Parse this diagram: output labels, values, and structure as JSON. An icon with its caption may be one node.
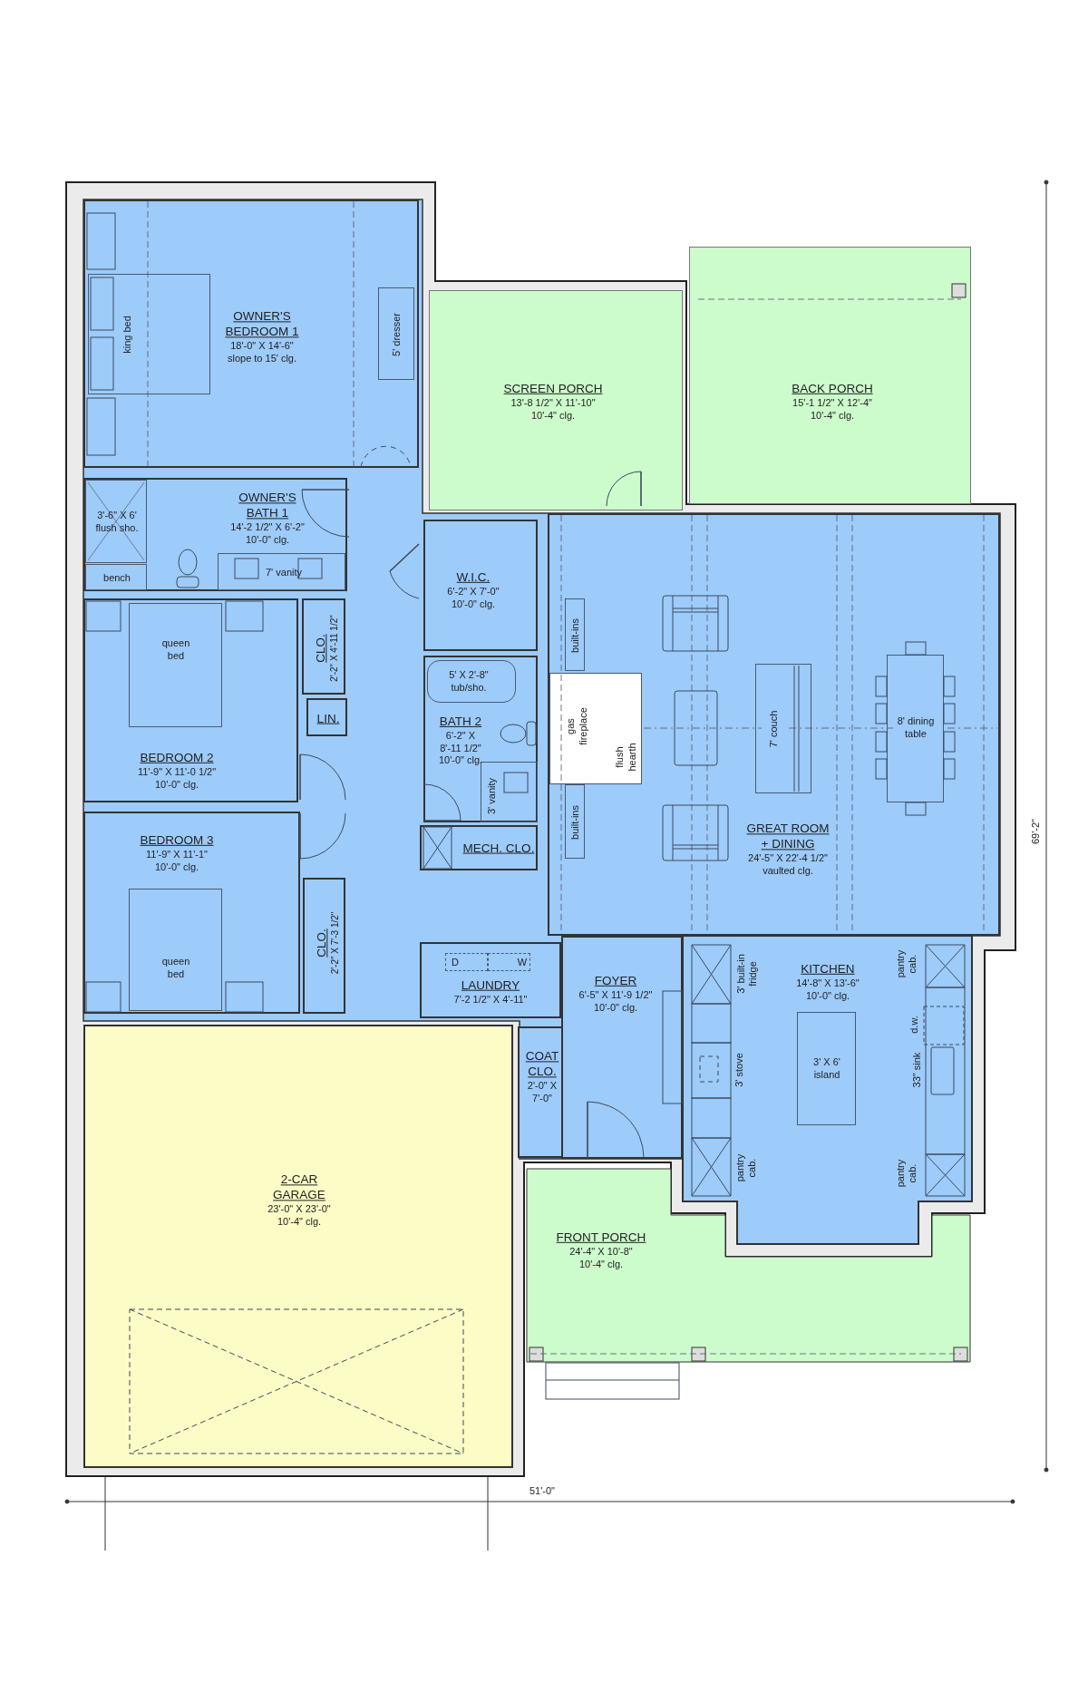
{
  "diagram": {
    "nodes": [
      {
        "text": [
          "OWNER'S BEDROOM 1",
          "18'-0\" X 14'-6\"",
          "slope to 15' clg."
        ]
      },
      {
        "text": [
          "king bed"
        ],
        "in": 0
      },
      {
        "text": [
          "5' dresser"
        ],
        "in": 0
      },
      {
        "text": [
          "OWNER'S BATH 1",
          "14'-2 1/2\" X 6'-2\"",
          "10'-0\" clg."
        ]
      },
      {
        "text": [
          "3'-6\" X 6' flush sho."
        ],
        "in": 3
      },
      {
        "text": [
          "bench"
        ],
        "in": 3
      },
      {
        "text": [
          "7' vanity"
        ],
        "in": 3
      },
      {
        "text": [
          "SCREEN PORCH",
          "13'-8 1/2\" X 11'-10\"",
          "10'-4\" clg."
        ]
      },
      {
        "text": [
          "BACK PORCH",
          "15'-1 1/2\" X 12'-4\"",
          "10'-4\" clg."
        ]
      },
      {
        "text": [
          "W.I.C.",
          "6'-2\" X 7'-0\"",
          "10'-0\" clg."
        ]
      },
      {
        "text": [
          "BATH 2",
          "6'-2\" X 8'-11 1/2\"",
          "10'-0\" clg."
        ]
      },
      {
        "text": [
          "5' X 2'-8\" tub/sho."
        ],
        "in": 10
      },
      {
        "text": [
          "3' vanity"
        ],
        "in": 10
      },
      {
        "text": [
          "MECH. CLO."
        ]
      },
      {
        "text": [
          "BEDROOM 2",
          "11'-9\" X 11'-0 1/2\"",
          "10'-0\" clg."
        ]
      },
      {
        "text": [
          "queen bed"
        ],
        "in": 14
      },
      {
        "text": [
          "CLO.",
          "2'-2\" X 4'-11 1/2\""
        ]
      },
      {
        "text": [
          "LIN."
        ]
      },
      {
        "text": [
          "BEDROOM 3",
          "11'-9\" X 11'-1\"",
          "10'-0\" clg."
        ]
      },
      {
        "text": [
          "queen bed"
        ],
        "in": 18
      },
      {
        "text": [
          "CLO.",
          "2'-2\" X 7'-3 1/2\""
        ]
      },
      {
        "text": [
          "GREAT ROOM + DINING",
          "24'-5\" X 22'-4 1/2\"",
          "vaulted clg."
        ]
      },
      {
        "text": [
          "built-ins"
        ],
        "in": 21
      },
      {
        "text": [
          "built-ins"
        ],
        "in": 21
      },
      {
        "text": [
          "gas fireplace",
          "flush hearth"
        ],
        "in": 21
      },
      {
        "text": [
          "7' couch"
        ],
        "in": 21
      },
      {
        "text": [
          "8' dining table"
        ],
        "in": 21
      },
      {
        "text": [
          "LAUNDRY",
          "7'-2 1/2\" X 4'-11\""
        ]
      },
      {
        "text": [
          "D"
        ],
        "in": 27
      },
      {
        "text": [
          "W"
        ],
        "in": 27
      },
      {
        "text": [
          "FOYER",
          "6'-5\" X 11'-9 1/2\"",
          "10'-0\" clg."
        ]
      },
      {
        "text": [
          "COAT CLO.",
          "2'-0\" X 7'-0\""
        ]
      },
      {
        "text": [
          "KITCHEN",
          "14'-8\" X 13'-6\"",
          "10'-0\" clg."
        ]
      },
      {
        "text": [
          "3' X 6' island"
        ],
        "in": 32
      },
      {
        "text": [
          "2-CAR GARAGE",
          "23'-0\" X 23'-0\"",
          "10'-4\" clg."
        ]
      },
      {
        "text": [
          "FRONT PORCH",
          "24'-4\" X 10'-8\"",
          "10'-4\" clg."
        ]
      }
    ],
    "labels": [
      "69'-2\"",
      "pantry cab.",
      "3' built-in fridge",
      "d.w.",
      "3' stove",
      "33\" sink",
      "pantry cab.",
      "pantry cab.",
      "51'-0\""
    ]
  }
}
